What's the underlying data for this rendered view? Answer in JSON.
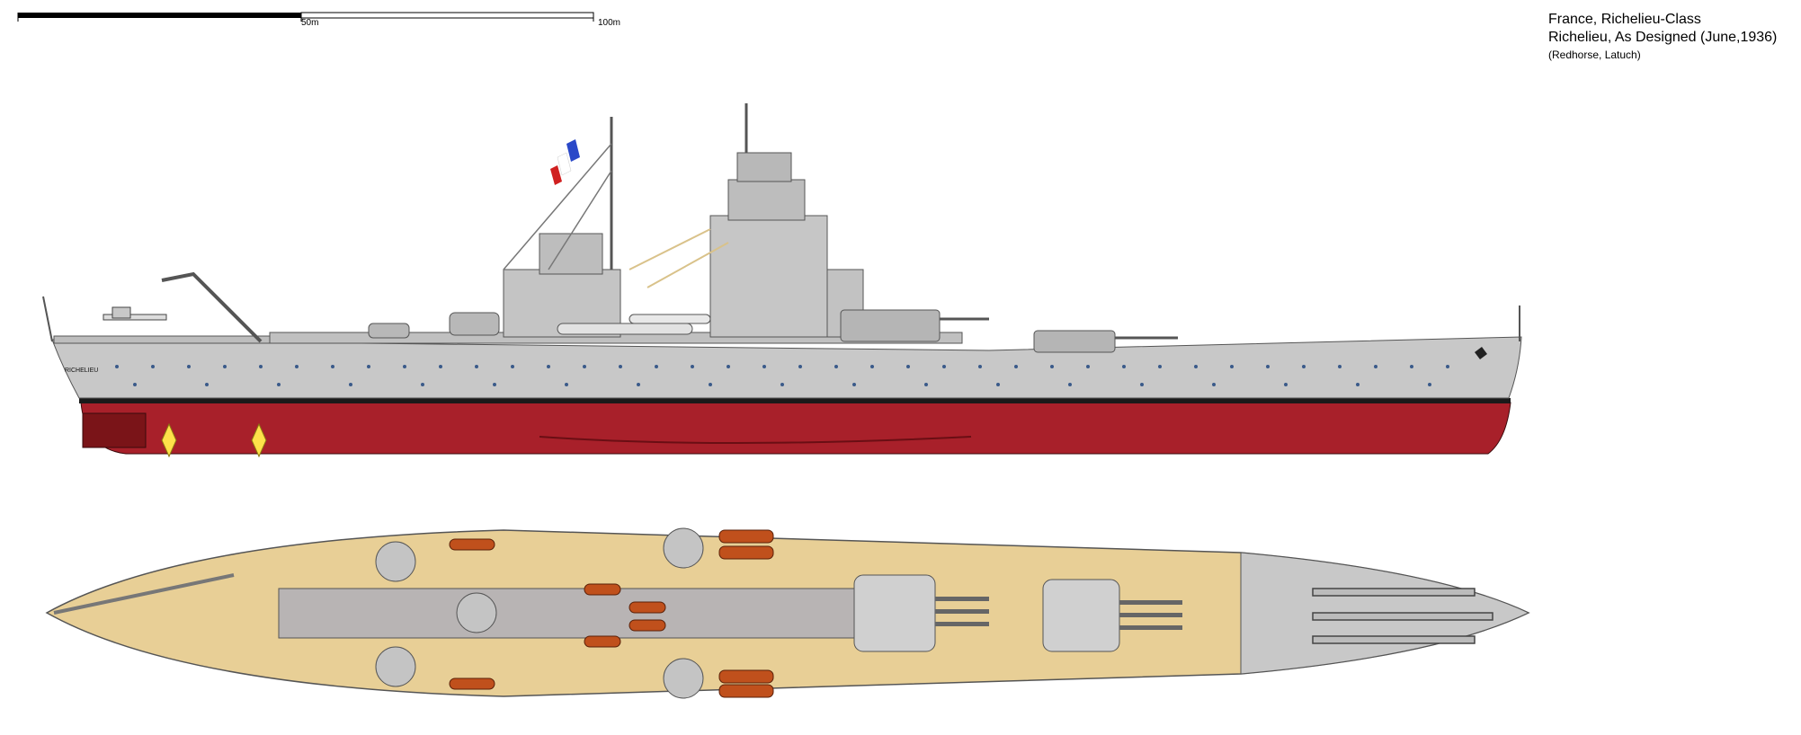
{
  "scale": {
    "marks": [
      "50m",
      "100m"
    ]
  },
  "title": {
    "line1": "France, Richelieu-Class",
    "line2": "Richelieu, As Designed (June,1936)",
    "credit": "(Redhorse, Latuch)"
  },
  "hull_name": "RICHELIEU",
  "colors": {
    "hull_grey": "#c8c8c8",
    "hull_red": "#a8202a",
    "deck_wood": "#e8cf96",
    "deck_grey": "#b8b4b4",
    "boat_orange": "#c0501c",
    "waterline_black": "#1a1a1a"
  },
  "icons": [
    "french-flag-icon",
    "propeller-icon",
    "seaplane-icon",
    "anchor-icon"
  ]
}
